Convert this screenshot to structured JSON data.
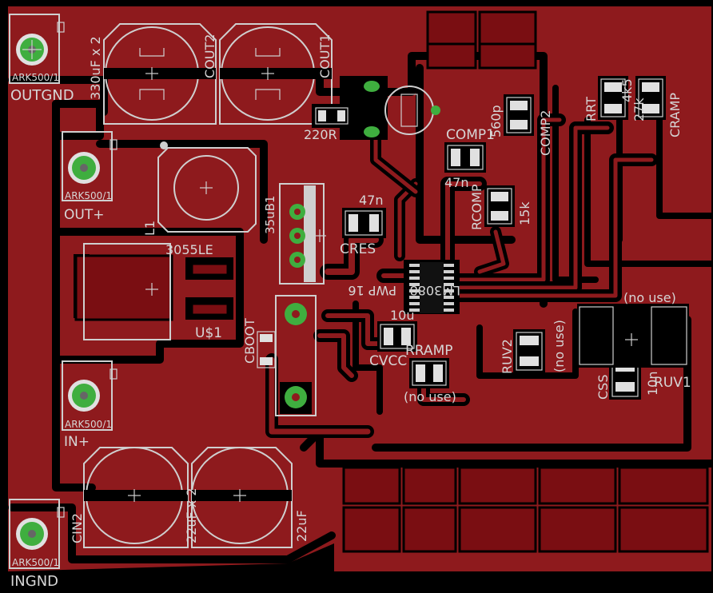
{
  "labels": {
    "outgnd": "OUTGND",
    "out_plus": "OUT+",
    "in_plus": "IN+",
    "ingnd": "INGND",
    "ark1": "ARK500/1",
    "ark2": "ARK500/1",
    "ark3": "ARK500/1",
    "ark4": "ARK500/1",
    "cout_value": "330uF x 2",
    "cout2": "COUT2",
    "cout1": "COUT1",
    "r220": "220R",
    "l1": "L1",
    "l1_value": "3055LE",
    "ub1": "35uB1",
    "cres_value": "47n",
    "cres": "CRES",
    "comp1": "COMP1",
    "comp1_value": "47n",
    "comp2": "COMP2",
    "comp2_value": "560p",
    "rcomp": "RCOMP",
    "rcomp_value": "15k",
    "rrt": "RRT",
    "rrt_value": "4k5",
    "rramp_val": "27k",
    "cramp": "CRAMP",
    "u1": "U$1",
    "cboot": "CBOOT",
    "ic_marking": "PWP 16",
    "ic_marking2": "LM3088",
    "cvcc_value": "10u",
    "cvcc": "CVCC",
    "rramp": "RRAMP",
    "no_use1": "(no use)",
    "no_use2": "(no use)",
    "no_use3": "(no use)",
    "ruv2": "RUV2",
    "css": "CSS",
    "css_value": "10n",
    "ruv1": "RUV1",
    "cin2": "CIN2",
    "cin_value": "22uF x 2",
    "cin1_value": "22uF"
  },
  "colors": {
    "copper": "#8e1a1d",
    "background": "#000000",
    "silkscreen": "#cfcfcf",
    "via": "#3fae3f"
  }
}
